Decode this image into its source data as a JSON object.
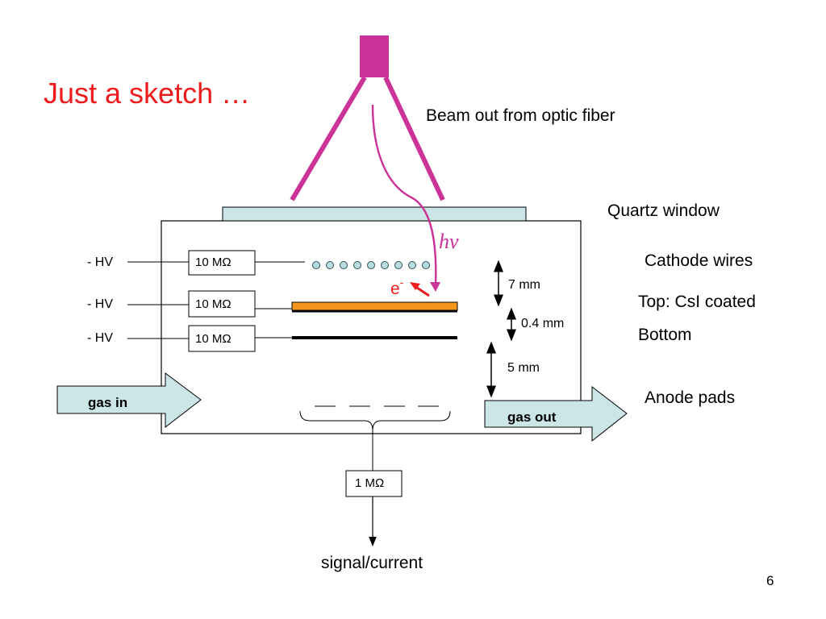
{
  "title": "Just a sketch …",
  "labels": {
    "beam": "Beam out from optic fiber",
    "quartz": "Quartz window",
    "cathode": "Cathode wires",
    "top": "Top: CsI coated",
    "bottom": "Bottom",
    "anode": "Anode pads",
    "signal": "signal/current",
    "page_number": "6"
  },
  "photon": {
    "h": "h",
    "nu": "ν"
  },
  "electron": {
    "e": "e",
    "sup": "-"
  },
  "hv_labels": [
    "- HV",
    "- HV",
    "- HV"
  ],
  "resistors": [
    "10 MΩ",
    "10 MΩ",
    "10 MΩ"
  ],
  "output_resistor": "1 MΩ",
  "dimensions": {
    "gap1": "7 mm",
    "gap2": "0.4 mm",
    "gap3": "5 mm"
  },
  "gas": {
    "in": "gas in",
    "out": "gas out"
  },
  "colors": {
    "title": "#ee1c1c",
    "fiber": "#cc3399",
    "quartz": "#cce6e8",
    "wire_dots": "#b7dde0",
    "csi": "#f7941d",
    "gas_arrow": "#cce6e8",
    "electron": "#ee1c1c"
  }
}
